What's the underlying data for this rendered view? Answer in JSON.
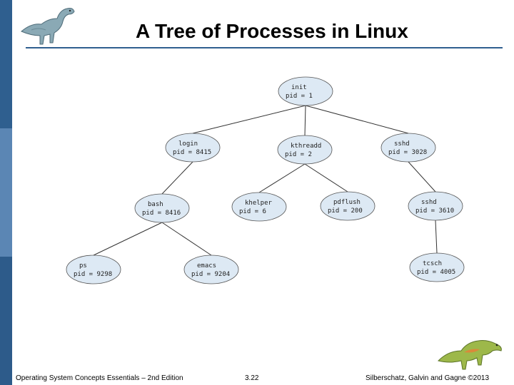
{
  "title": "A Tree of Processes in Linux",
  "footer": {
    "left": "Operating System Concepts Essentials – 2nd Edition",
    "page": "3.22",
    "right": "Silberschatz, Galvin and Gagne ©2013"
  },
  "tree": {
    "nodes": [
      {
        "id": "init",
        "name": "init",
        "pid": "pid = 1"
      },
      {
        "id": "login",
        "name": "login",
        "pid": "pid = 8415"
      },
      {
        "id": "kthreadd",
        "name": "kthreadd",
        "pid": "pid = 2"
      },
      {
        "id": "sshd1",
        "name": "sshd",
        "pid": "pid = 3028"
      },
      {
        "id": "bash",
        "name": "bash",
        "pid": "pid = 8416"
      },
      {
        "id": "khelper",
        "name": "khelper",
        "pid": "pid = 6"
      },
      {
        "id": "pdflush",
        "name": "pdflush",
        "pid": "pid = 200"
      },
      {
        "id": "sshd2",
        "name": "sshd",
        "pid": "pid = 3610"
      },
      {
        "id": "ps",
        "name": "ps",
        "pid": "pid = 9298"
      },
      {
        "id": "emacs",
        "name": "emacs",
        "pid": "pid = 9204"
      },
      {
        "id": "tcsch",
        "name": "tcsch",
        "pid": "pid = 4005"
      }
    ],
    "edges": [
      [
        "init",
        "login"
      ],
      [
        "init",
        "kthreadd"
      ],
      [
        "init",
        "sshd1"
      ],
      [
        "login",
        "bash"
      ],
      [
        "kthreadd",
        "khelper"
      ],
      [
        "kthreadd",
        "pdflush"
      ],
      [
        "sshd1",
        "sshd2"
      ],
      [
        "bash",
        "ps"
      ],
      [
        "bash",
        "emacs"
      ],
      [
        "sshd2",
        "tcsch"
      ]
    ]
  },
  "icons": {
    "top": "dinosaur-icon",
    "bottom": "dinosaur-icon"
  }
}
